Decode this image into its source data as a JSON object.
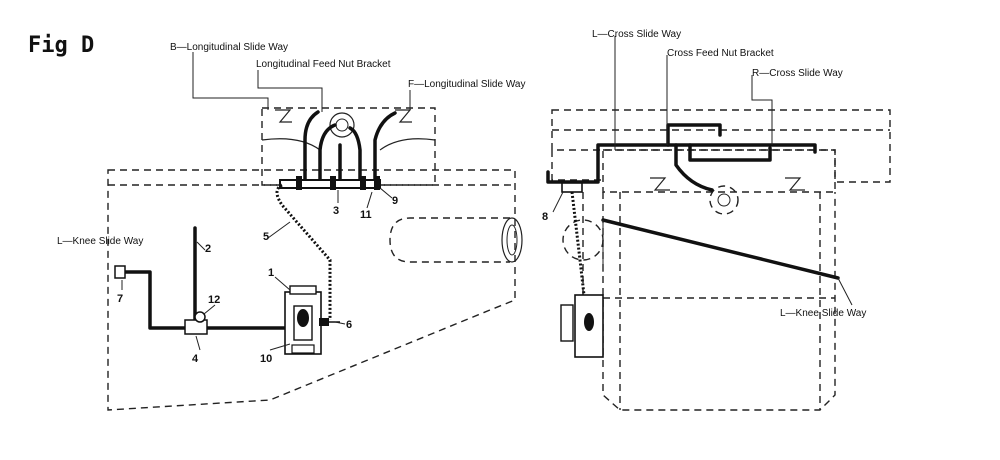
{
  "figure": {
    "title": "Fig D"
  },
  "labels": {
    "b_long_slide": "B—Longitudinal Slide Way",
    "long_feed_nut": "Longitudinal Feed Nut Bracket",
    "f_long_slide": "F—Longitudinal Slide Way",
    "l_knee_left": "L—Knee Slide Way",
    "l_cross_slide": "L—Cross Slide Way",
    "cross_feed_nut": "Cross Feed Nut Bracket",
    "r_cross_slide": "R—Cross Slide Way",
    "l_knee_right": "L—Knee Slide Way"
  },
  "callouts": {
    "n1": "1",
    "n2": "2",
    "n3": "3",
    "n4": "4",
    "n5": "5",
    "n6": "6",
    "n7": "7",
    "n8": "8",
    "n9": "9",
    "n10": "10",
    "n11": "11",
    "n12": "12"
  }
}
